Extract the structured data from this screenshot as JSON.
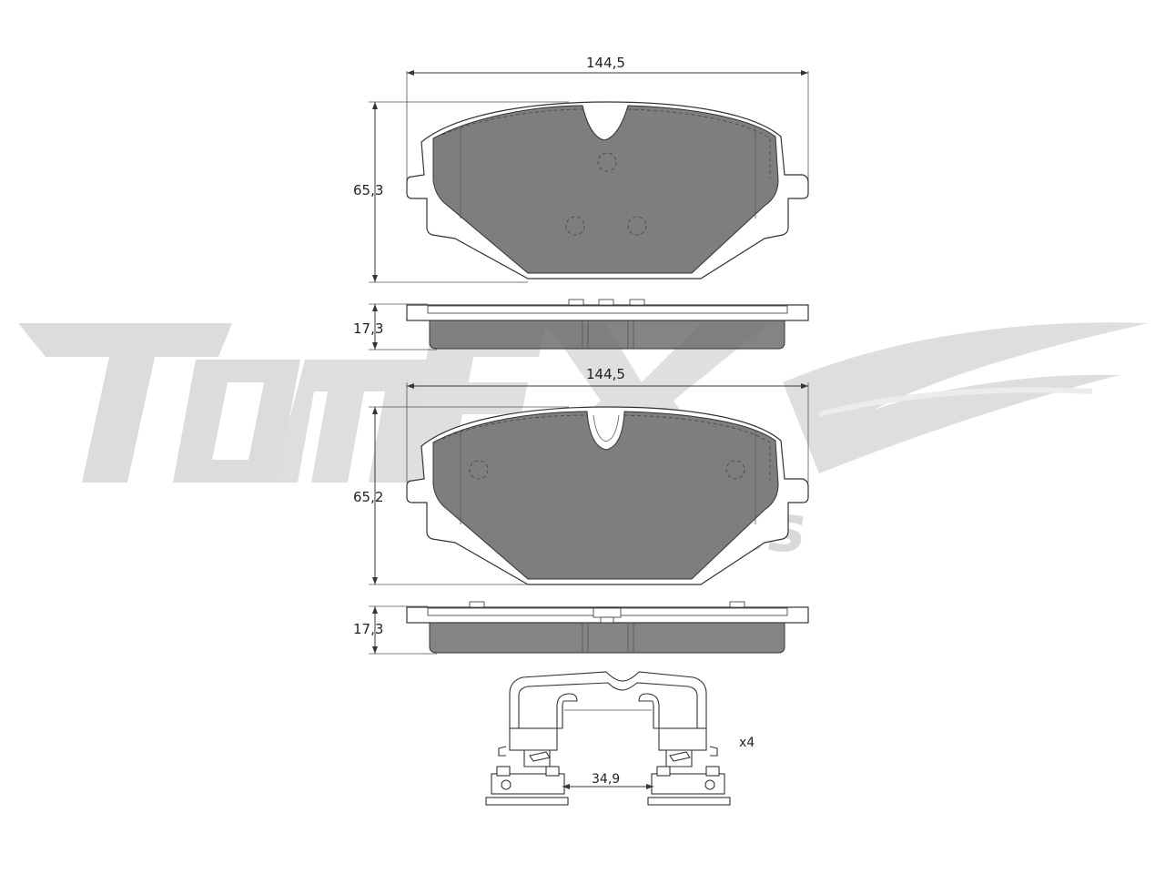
{
  "watermark": {
    "brand": "TOMEX",
    "sub": "brakes",
    "color": "#d9d9d9"
  },
  "top_pad": {
    "width_label": "144,5",
    "height_label": "65,3",
    "thickness_label": "17,3"
  },
  "bottom_pad": {
    "width_label": "144,5",
    "height_label": "65,2",
    "thickness_label": "17,3"
  },
  "clip": {
    "spacing_label": "34,9",
    "quantity_label": "x4"
  },
  "colors": {
    "friction": "#7e7e7e",
    "line": "#333333"
  }
}
